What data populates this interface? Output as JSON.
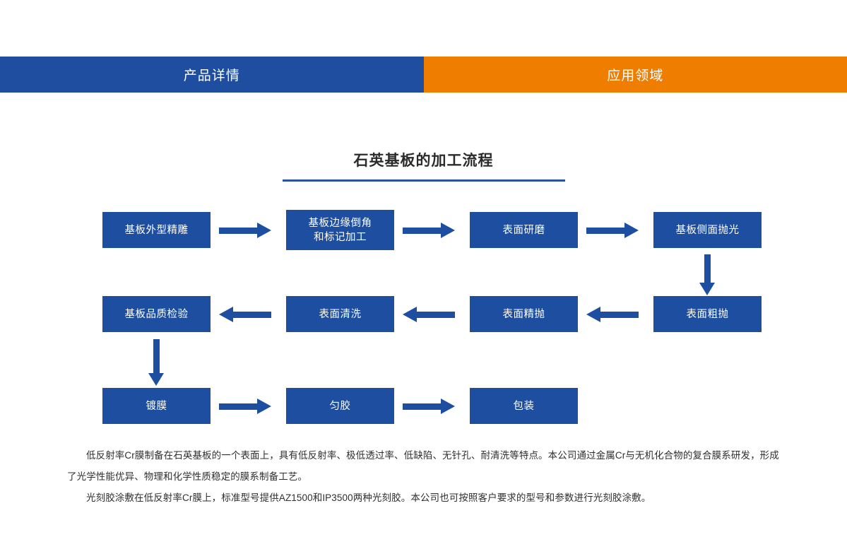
{
  "nav": {
    "tabs": [
      {
        "label": "产品详情",
        "color": "#1f4ea1",
        "state": "inactive"
      },
      {
        "label": "应用领域",
        "color": "#ef7d00",
        "state": "active"
      }
    ]
  },
  "section": {
    "title": "石英基板的加工流程",
    "rule_color": "#2a52a0"
  },
  "flow": {
    "node_color": "#1d4ea0",
    "arrow_color": "#1d4ea0",
    "row1": [
      {
        "label": "基板外型精雕"
      },
      {
        "label": "基板边缘倒角\n和标记加工",
        "line1": "基板边缘倒角",
        "line2": "和标记加工"
      },
      {
        "label": "表面研磨"
      },
      {
        "label": "基板侧面抛光"
      }
    ],
    "row2": [
      {
        "label": "基板品质检验"
      },
      {
        "label": "表面清洗"
      },
      {
        "label": "表面精抛"
      },
      {
        "label": "表面粗抛"
      }
    ],
    "row3": [
      {
        "label": "镀膜"
      },
      {
        "label": "匀胶"
      },
      {
        "label": "包装"
      }
    ],
    "arrows": {
      "r1a1": "arrow-right",
      "r1a2": "arrow-right",
      "r1a3": "arrow-right",
      "down_right": "arrow-down",
      "r2a1": "arrow-left",
      "r2a2": "arrow-left",
      "r2a3": "arrow-left",
      "down_left": "arrow-down",
      "r3a1": "arrow-right",
      "r3a2": "arrow-right"
    }
  },
  "content": {
    "paragraph1": "低反射率Cr膜制备在石英基板的一个表面上，具有低反射率、极低透过率、低缺陷、无针孔、耐清洗等特点。本公司通过金属Cr与无机化合物的复合膜系研发，形成了光学性能优异、物理和化学性质稳定的膜系制备工艺。",
    "paragraph2": "光刻胶涂敷在低反射率Cr膜上，标准型号提供AZ1500和IP3500两种光刻胶。本公司也可按照客户要求的型号和参数进行光刻胶涂敷。"
  }
}
